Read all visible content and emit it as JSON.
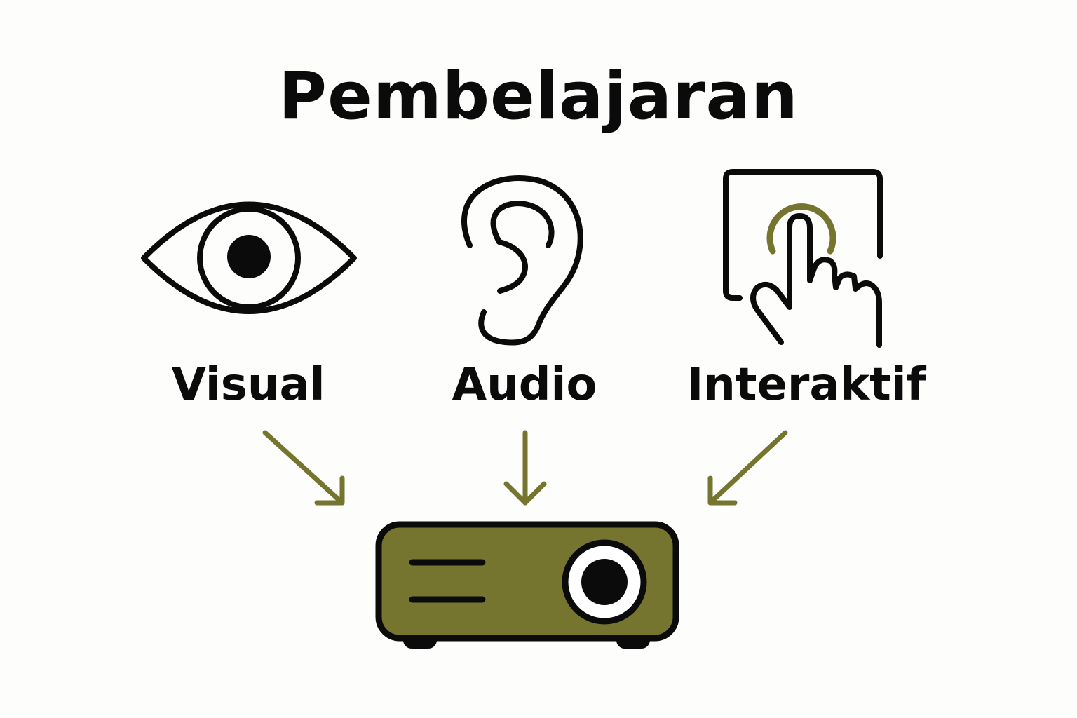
{
  "title": "Pembelajaran",
  "labels": {
    "visual": "Visual",
    "audio": "Audio",
    "interactive": "Interaktif"
  },
  "icons": {
    "visual": "eye-icon",
    "audio": "ear-icon",
    "interactive": "touch-screen-icon",
    "target": "projector-icon"
  },
  "colors": {
    "stroke": "#0b0b0b",
    "accent": "#767530",
    "background": "#fdfdfb"
  }
}
